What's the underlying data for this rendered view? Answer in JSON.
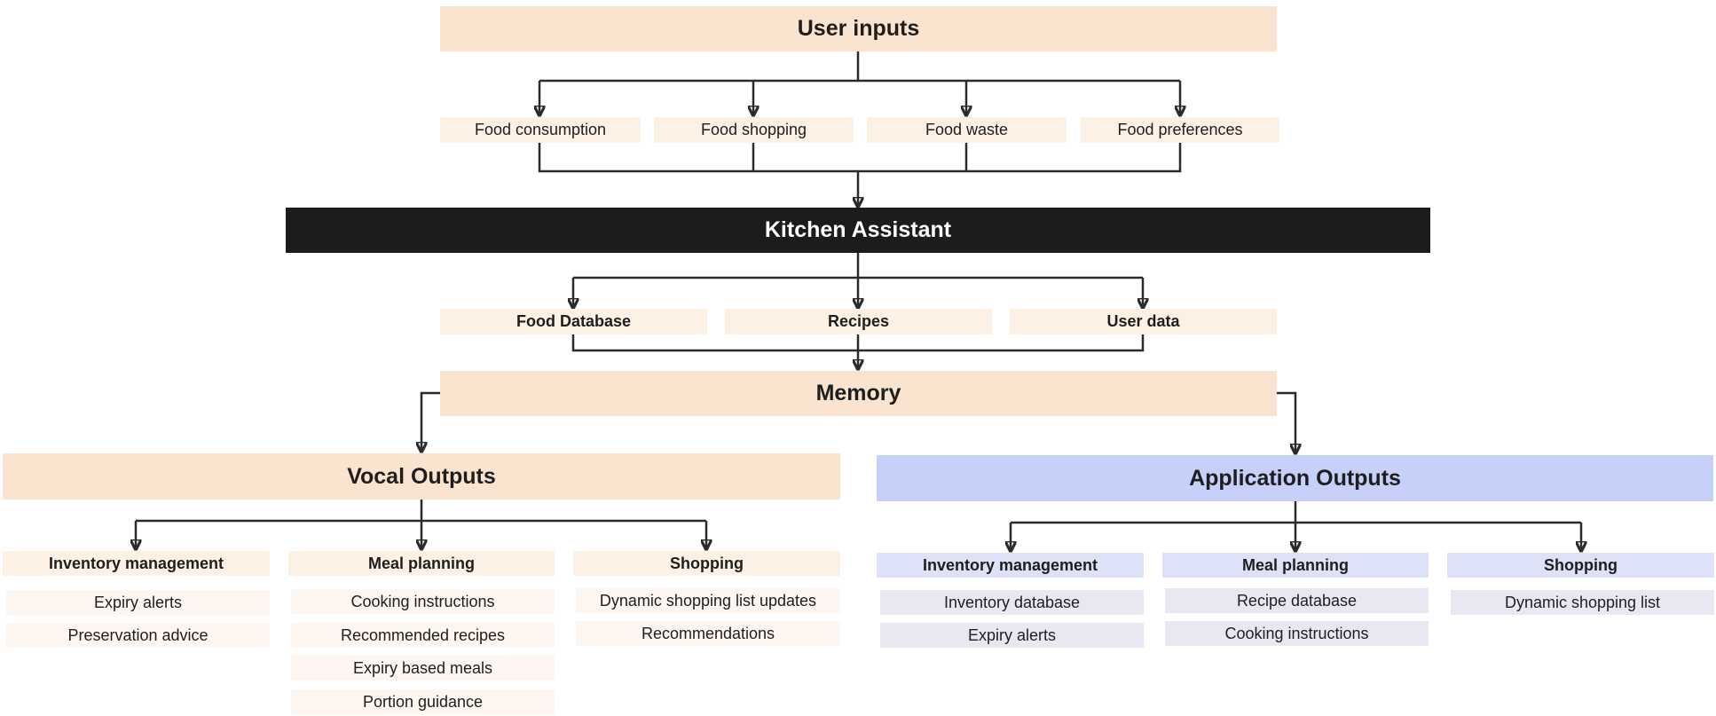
{
  "user_inputs": {
    "title": "User inputs",
    "items": [
      "Food consumption",
      "Food shopping",
      "Food waste",
      "Food preferences"
    ]
  },
  "kitchen_assistant": {
    "title": "Kitchen Assistant"
  },
  "sources": [
    "Food Database",
    "Recipes",
    "User data"
  ],
  "memory": {
    "title": "Memory"
  },
  "vocal_outputs": {
    "title": "Vocal Outputs",
    "groups": [
      {
        "title": "Inventory management",
        "items": [
          "Expiry alerts",
          "Preservation advice"
        ]
      },
      {
        "title": "Meal planning",
        "items": [
          "Cooking instructions",
          "Recommended recipes",
          "Expiry based meals",
          "Portion guidance"
        ]
      },
      {
        "title": "Shopping",
        "items": [
          "Dynamic shopping list updates",
          "Recommendations"
        ]
      }
    ]
  },
  "application_outputs": {
    "title": "Application Outputs",
    "groups": [
      {
        "title": "Inventory management",
        "items": [
          "Inventory database",
          "Expiry alerts"
        ]
      },
      {
        "title": "Meal planning",
        "items": [
          "Recipe database",
          "Cooking instructions"
        ]
      },
      {
        "title": "Shopping",
        "items": [
          "Dynamic shopping list"
        ]
      }
    ]
  }
}
